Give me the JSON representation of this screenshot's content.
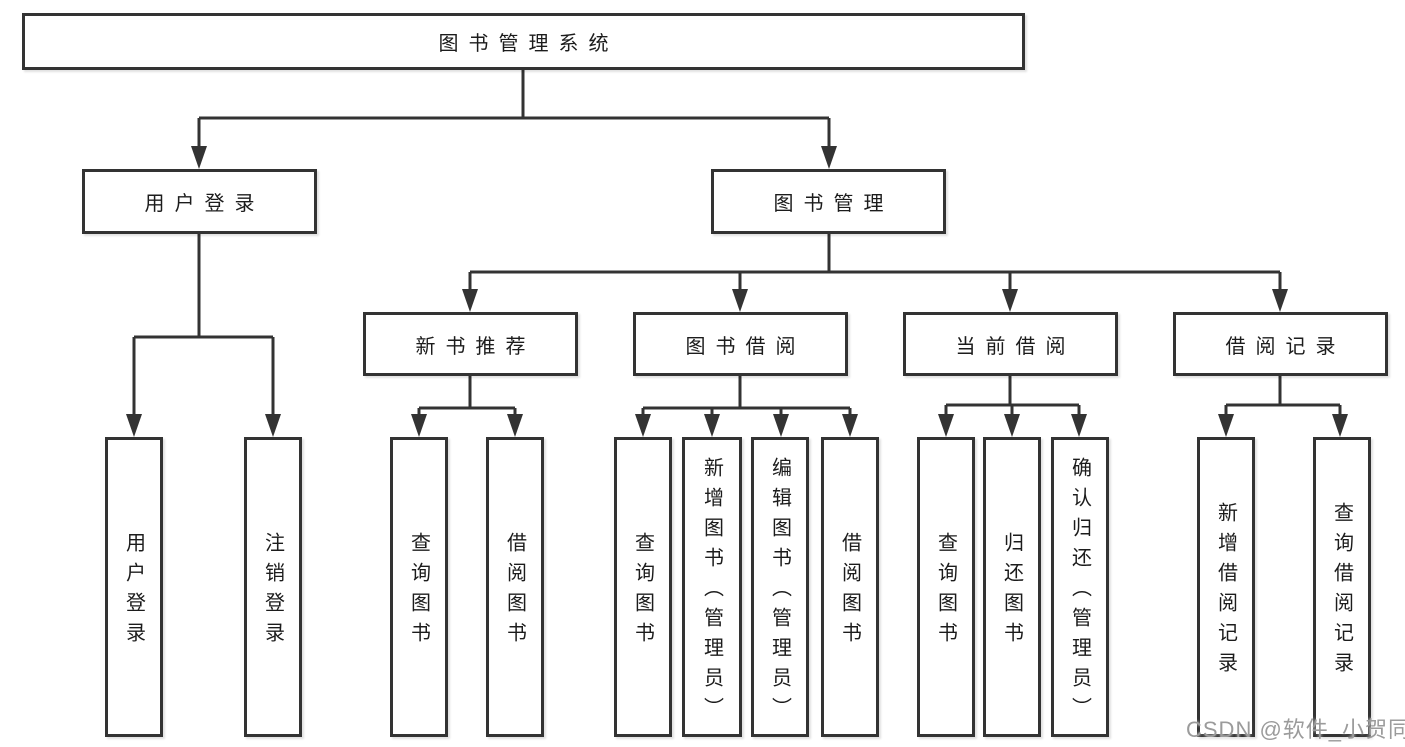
{
  "colors": {
    "background": "#ffffff",
    "line": "#333333",
    "text": "#1c1c1c",
    "watermark": "#9b9b9b"
  },
  "watermark": {
    "text": "CSDN @软件_小贺同学"
  },
  "tree": {
    "label": "图书管理系统",
    "children": [
      {
        "label": "用户登录",
        "children": [
          {
            "label": "用户登录"
          },
          {
            "label": "注销登录"
          }
        ]
      },
      {
        "label": "图书管理",
        "children": [
          {
            "label": "新书推荐",
            "children": [
              {
                "label": "查询图书"
              },
              {
                "label": "借阅图书"
              }
            ]
          },
          {
            "label": "图书借阅",
            "children": [
              {
                "label": "查询图书"
              },
              {
                "label": "新增图书（管理员）"
              },
              {
                "label": "编辑图书（管理员）"
              },
              {
                "label": "借阅图书"
              }
            ]
          },
          {
            "label": "当前借阅",
            "children": [
              {
                "label": "查询图书"
              },
              {
                "label": "归还图书"
              },
              {
                "label": "确认归还（管理员）"
              }
            ]
          },
          {
            "label": "借阅记录",
            "children": [
              {
                "label": "新增借阅记录"
              },
              {
                "label": "查询借阅记录"
              }
            ]
          }
        ]
      }
    ]
  }
}
